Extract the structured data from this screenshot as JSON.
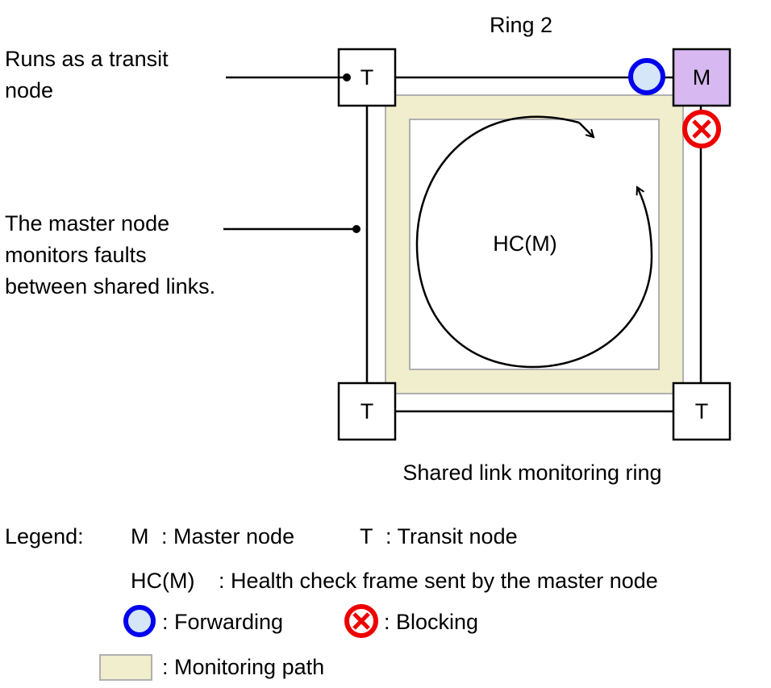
{
  "diagram": {
    "ring_title": "Ring 2",
    "annotation_transit": [
      "Runs as a transit",
      "node"
    ],
    "annotation_master": [
      "The master node",
      "monitors faults",
      "between shared links."
    ],
    "frame_label": "HC(M)",
    "ring_caption": "Shared link monitoring ring",
    "nodes": {
      "top_left": "T",
      "top_right": "M",
      "bottom_left": "T",
      "bottom_right": "T"
    },
    "colors": {
      "master_fill": "#d8b8f0",
      "monitoring_path": "#f0eecc",
      "forwarding_ring": "#0000ee",
      "forwarding_fill": "#d4e6f7",
      "blocking": "#ee0000"
    }
  },
  "legend": {
    "title": "Legend:",
    "master_key": "M",
    "master_desc": ": Master node",
    "transit_key": "T",
    "transit_desc": ": Transit node",
    "hc_key": "HC(M)",
    "hc_desc": ": Health check frame sent by the master node",
    "forwarding_desc": ": Forwarding",
    "blocking_desc": ": Blocking",
    "monitoring_desc": ": Monitoring path"
  }
}
